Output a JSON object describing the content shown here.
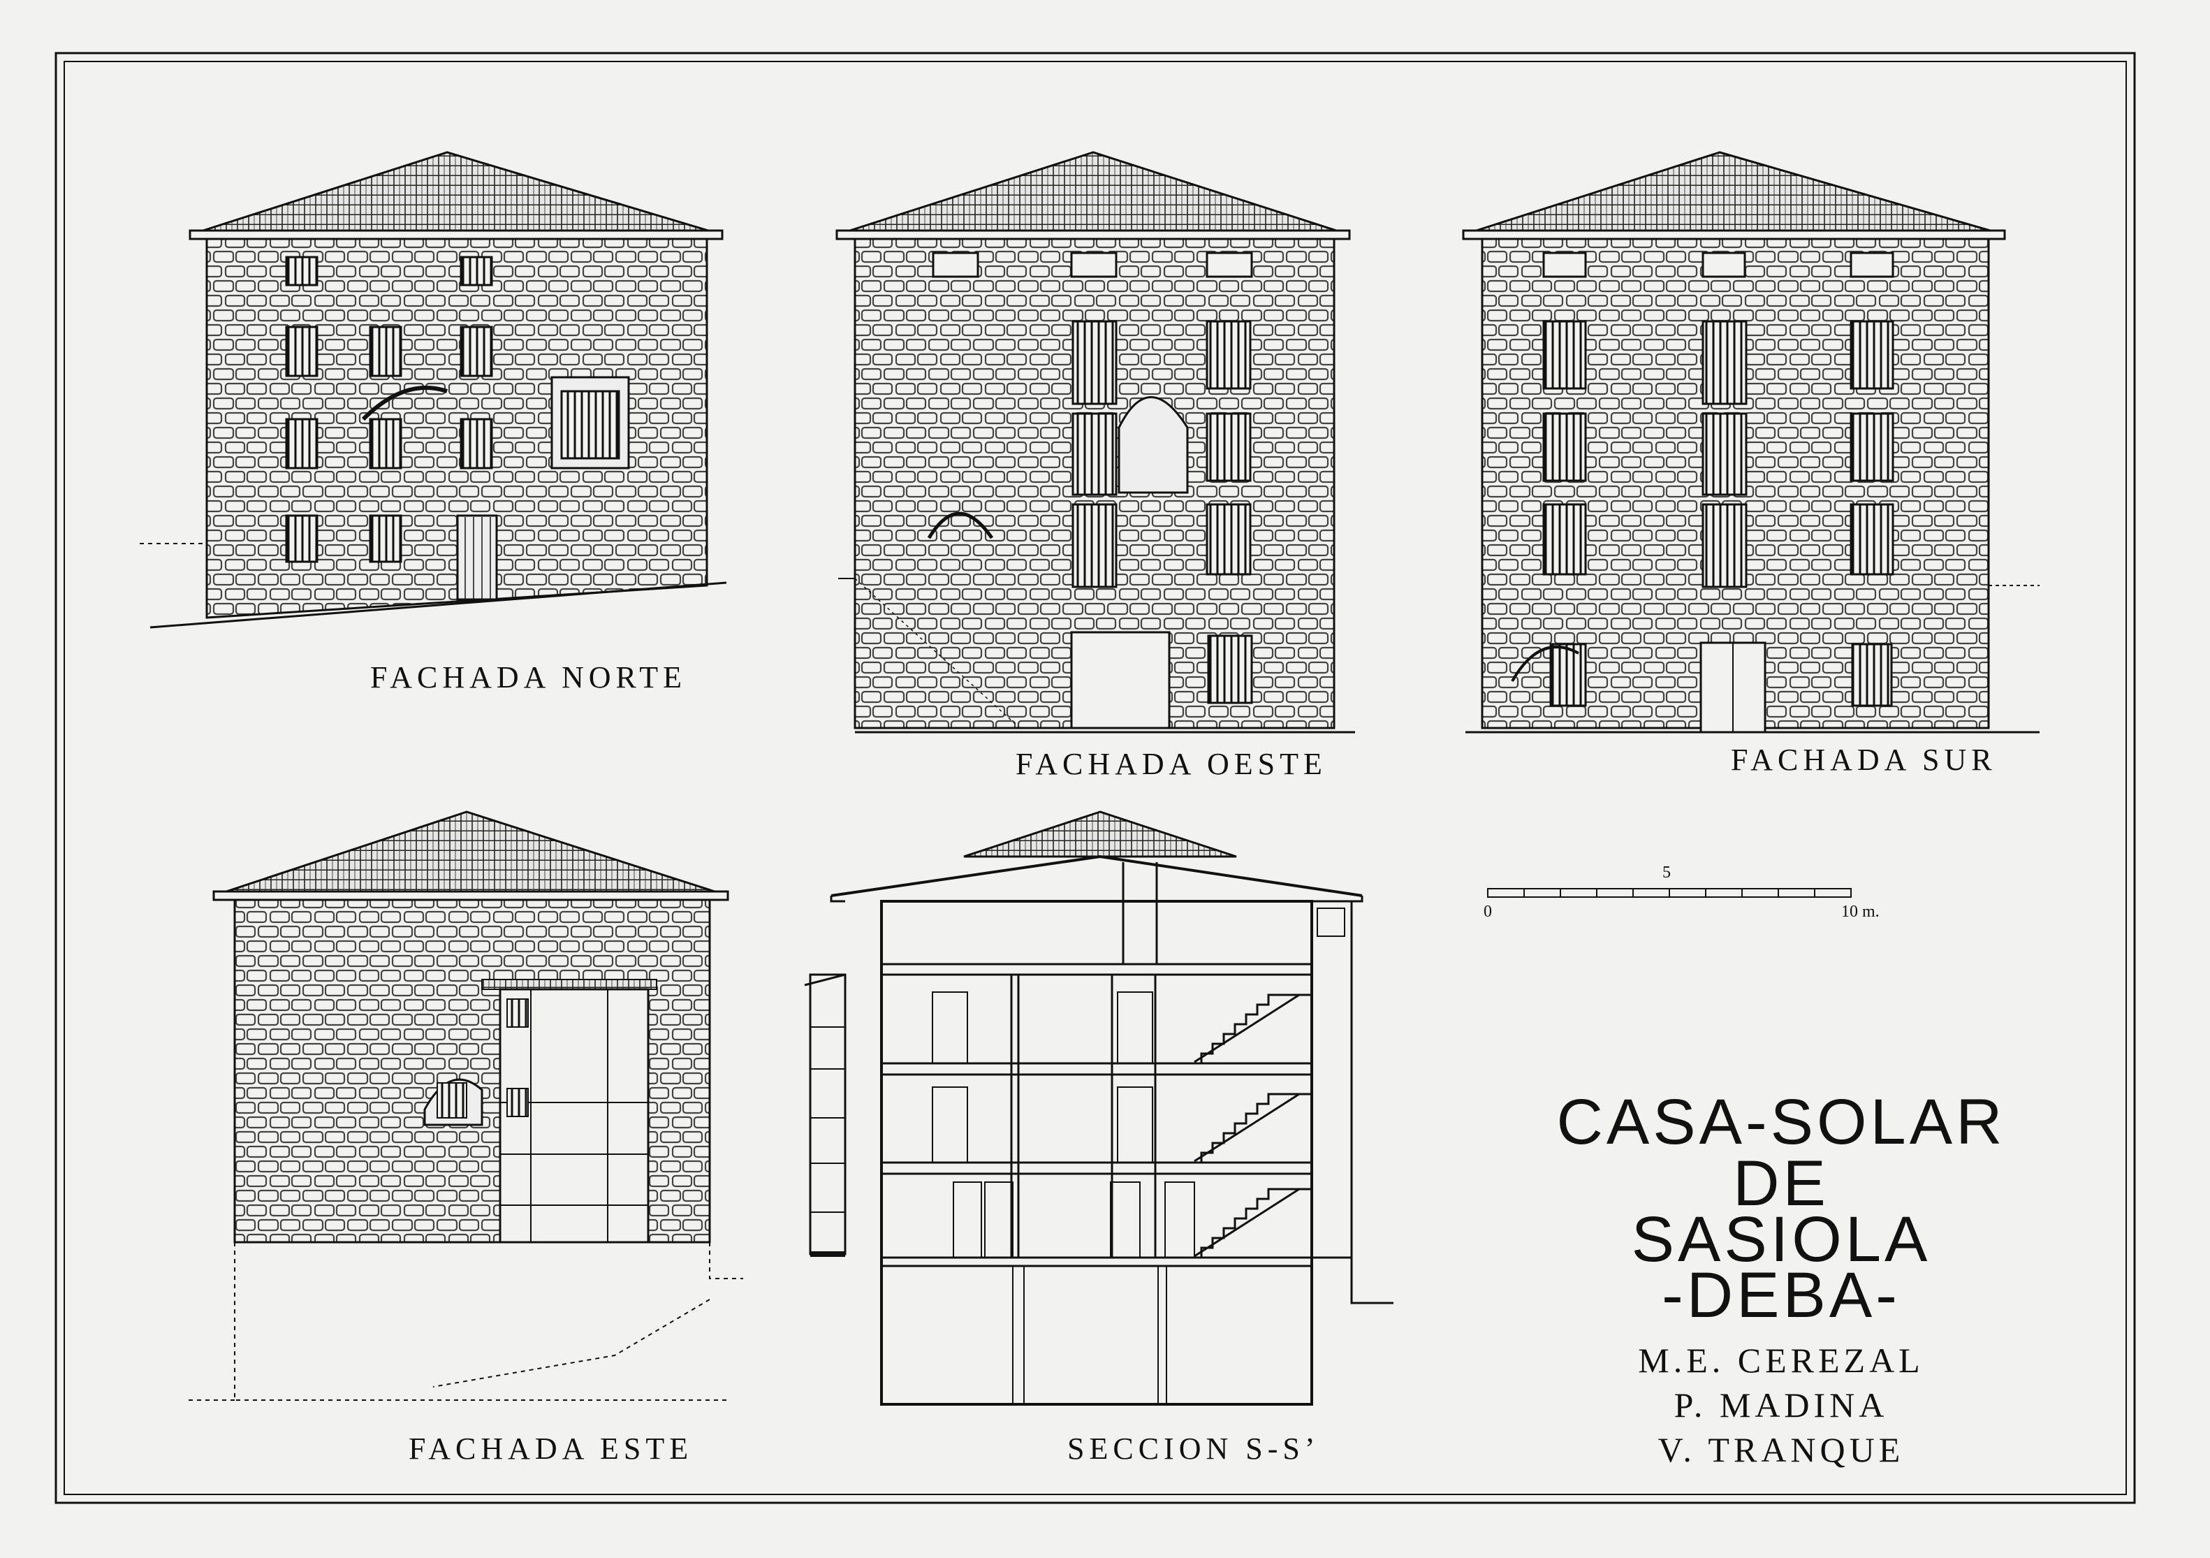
{
  "labels": {
    "north": "FACHADA NORTE",
    "west": "FACHADA  OESTE",
    "south": "FACHADA SUR",
    "east": "FACHADA ESTE",
    "section": "SECCION S-S’"
  },
  "scale": {
    "zero": "0",
    "mid": "5",
    "end": "10 m."
  },
  "title_lines": [
    "CASA-SOLAR",
    "DE",
    "SASIOLA",
    "-DEBA-"
  ],
  "authors": [
    "M.E. CEREZAL",
    "P. MADINA",
    "V. TRANQUE"
  ],
  "colors": {
    "paper": "#f2f2f0",
    "ink": "#111111",
    "mortar": "#555555"
  }
}
